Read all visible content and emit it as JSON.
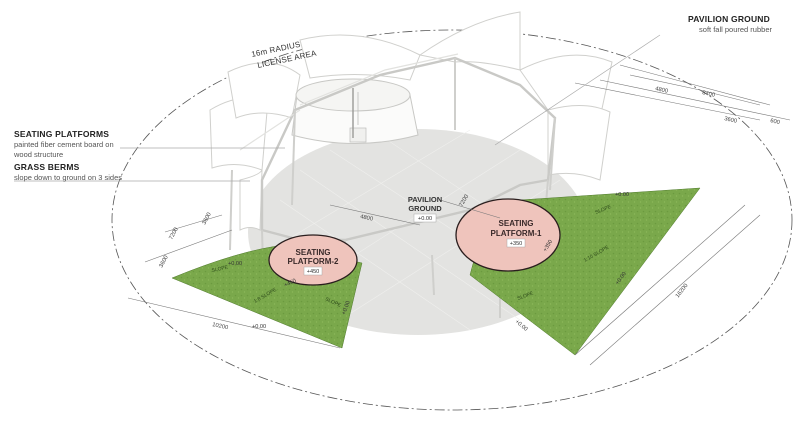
{
  "labels": {
    "license_area": [
      "16m RADIUS",
      "LICENSE AREA"
    ],
    "pavilion_ground_title": "PAVILION GROUND",
    "pavilion_ground_sub": "soft fall poured rubber",
    "seating_platforms_title": "SEATING PLATFORMS",
    "seating_platforms_sub": [
      "painted fiber cement board on",
      "wood structure"
    ],
    "grass_berms_title": "GRASS BERMS",
    "grass_berms_sub": "slope down to ground on 3 sides",
    "center_ground": [
      "PAVILION",
      "GROUND"
    ],
    "center_level": "+0.00",
    "platform1": [
      "SEATING",
      "PLATFORM-1"
    ],
    "platform1_level": "+350",
    "platform2": [
      "SEATING",
      "PLATFORM-2"
    ],
    "platform2_level": "+450"
  },
  "dimensions": {
    "d4800_top": "4800",
    "d8400": "8400",
    "d3600_right": "3600",
    "d600": "600",
    "d4800_mid": "4800",
    "d7200_mid": "7200",
    "d7200_left": "7200",
    "d3600_left_a": "3600",
    "d3600_left_b": "3600",
    "d10200": "10200",
    "d16200": "16200"
  },
  "levels": {
    "r_top": "+0.00",
    "r_bottom": "+0.00",
    "r_bottom2": "+0.00",
    "r_mid": "+350",
    "l_top": "+0.00",
    "l_left": "+0.00",
    "l_bottom": "+0.00",
    "l_450": "+450",
    "l_right": "+0.00"
  },
  "slopes": {
    "r1": "SLOPE",
    "r2": "1:10 SLOPE",
    "r3": "SLOPE",
    "l1": "SLOPE",
    "l2": "1:8 SLOPE",
    "l3": "SLOPE"
  },
  "colors": {
    "grass": "#79a84a",
    "grass_dark": "#5f8c35",
    "platform_fill": "#efc4bc",
    "platform_stroke": "#2a1e1e",
    "ground": "#e3e3e1"
  }
}
